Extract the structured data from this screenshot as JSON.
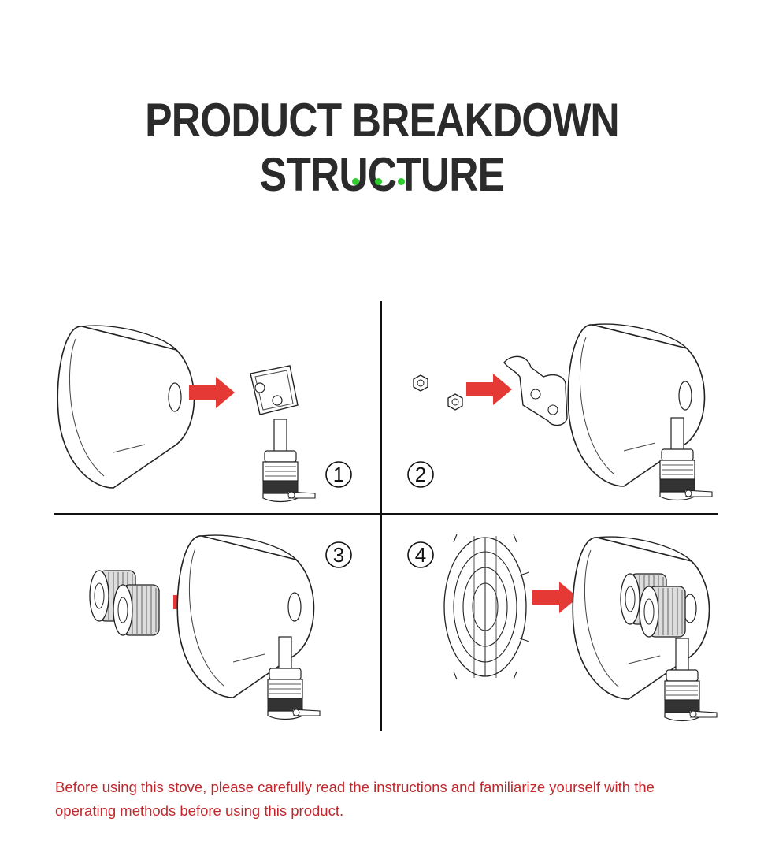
{
  "title": "PRODUCT BREAKDOWN STRUCTURE",
  "steps": [
    {
      "number": "1"
    },
    {
      "number": "2"
    },
    {
      "number": "3"
    },
    {
      "number": "4"
    }
  ],
  "note": "Before using this stove, please carefully read the instructions and familiarize yourself with the operating methods before using this product.",
  "colors": {
    "title": "#2b2b2b",
    "dots": "#2ecc2e",
    "arrows": "#e53935",
    "note": "#c0282d",
    "lines": "#111111"
  }
}
